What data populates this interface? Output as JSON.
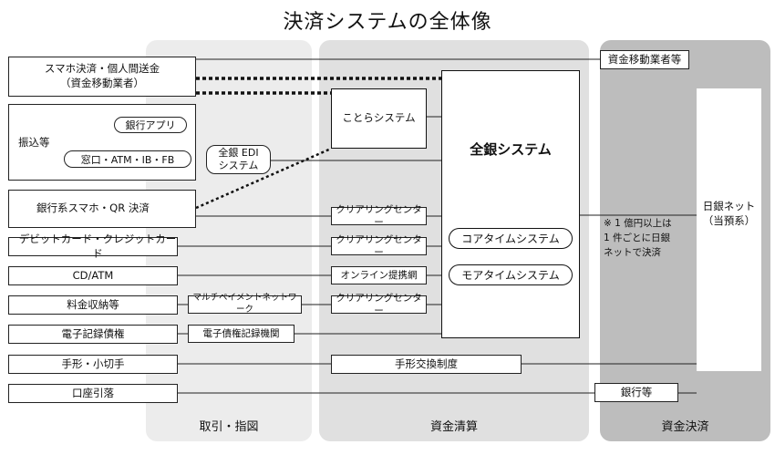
{
  "title": "決済システムの全体像",
  "bands": {
    "torihiki": "取引・指図",
    "seisan": "資金清算",
    "kessai": "資金決済"
  },
  "left_boxes": {
    "smartphone_remit": "スマホ決済・個人間送金\n（資金移動業者）",
    "furikomi": "振込等",
    "bank_app": "銀行アプリ",
    "channels": "窓口・ATM・IB・FB",
    "bank_smartphone_qr": "銀行系スマホ・QR 決済",
    "debit_credit": "デビットカード・クレジットカード",
    "cd_atm": "CD/ATM",
    "fee_collection": "料金収納等",
    "e_receivables": "電子記録債権",
    "bills_checks": "手形・小切手",
    "account_debit": "口座引落"
  },
  "middle_boxes": {
    "zengin_edi": "全銀 EDI\nシステム",
    "cotra": "ことらシステム",
    "clearing1": "クリアリングセンター",
    "clearing2": "クリアリングセンター",
    "online_network": "オンライン提携網",
    "multipayment": "マルチペイメントネットワーク",
    "clearing3": "クリアリングセンター",
    "e_receivables_org": "電子債権記録機関",
    "bill_clearing": "手形交換制度"
  },
  "zengin": {
    "title": "全銀システム",
    "core_time": "コアタイムシステム",
    "more_time": "モアタイムシステム"
  },
  "right_boxes": {
    "fund_transfer_operators": "資金移動業者等",
    "boj_net": "日銀ネット\n（当預系）",
    "banks": "銀行等"
  },
  "note": "※ 1 億円以上は\n1 件ごとに日銀\nネットで決済"
}
